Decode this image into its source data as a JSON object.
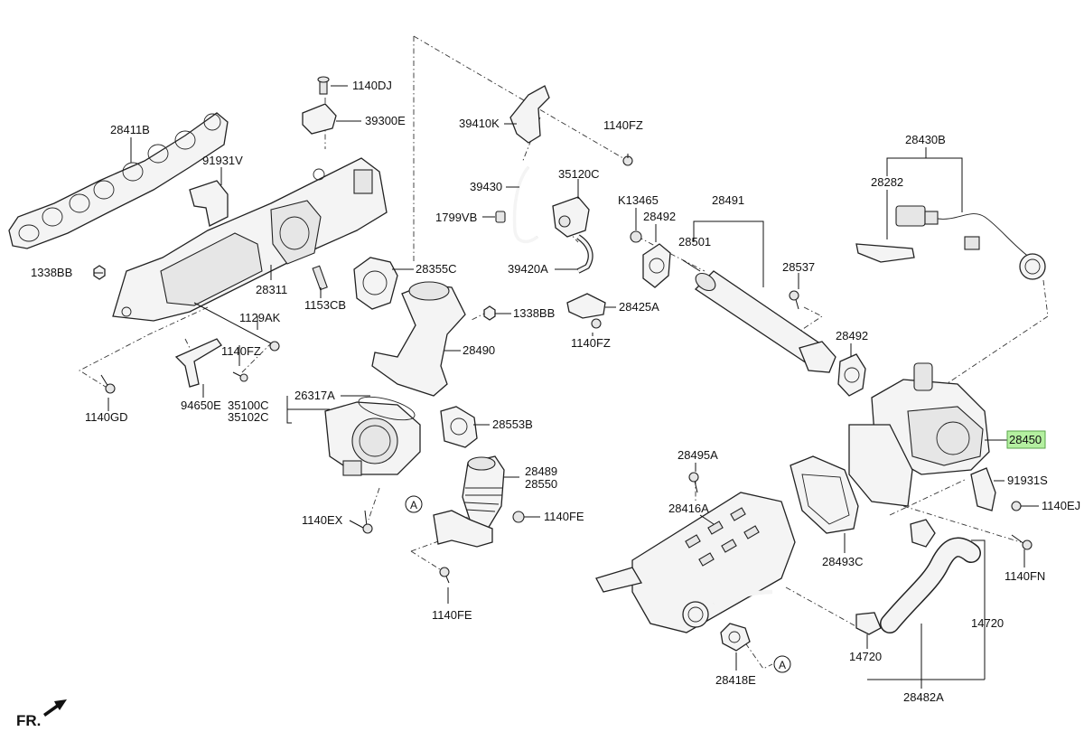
{
  "labels": {
    "p1140DJ": "1140DJ",
    "p39300E": "39300E",
    "p28411B": "28411B",
    "p91931V": "91931V",
    "p1338BB_left": "1338BB",
    "p28311": "28311",
    "p1153CB": "1153CB",
    "p1129AK": "1129AK",
    "p1140FZ_left": "1140FZ",
    "p1140GD": "1140GD",
    "p94650E": "94650E",
    "p35100C": "35100C",
    "p35102C": "35102C",
    "p26317A": "26317A",
    "p28355C": "28355C",
    "p1338BB_mid": "1338BB",
    "p28490": "28490",
    "p28553B": "28553B",
    "p28489": "28489",
    "p28550": "28550",
    "p1140EX": "1140EX",
    "p1140FE_mid": "1140FE",
    "p1140FE_bottom": "1140FE",
    "p39410K": "39410K",
    "p1140FZ_top": "1140FZ",
    "p39430": "39430",
    "p35120C": "35120C",
    "p1799VB": "1799VB",
    "p39420A": "39420A",
    "pK13465": "K13465",
    "p28492_top": "28492",
    "p28491": "28491",
    "p28501": "28501",
    "p28425A": "28425A",
    "p1140FZ_mid": "1140FZ",
    "p28537": "28537",
    "p28492_mid": "28492",
    "p28430B": "28430B",
    "p28282": "28282",
    "p28450": "28450",
    "p91931S": "91931S",
    "p1140EJ": "1140EJ",
    "p28495A": "28495A",
    "p28416A": "28416A",
    "p28493C": "28493C",
    "p1140FN": "1140FN",
    "p14720_right": "14720",
    "p14720_mid": "14720",
    "p28482A": "28482A",
    "p28418E": "28418E",
    "refA_left": "A",
    "refA_right": "A",
    "front_marker": "FR."
  },
  "highlight": {
    "part_number": "28450",
    "color": "#b4f0a0"
  }
}
